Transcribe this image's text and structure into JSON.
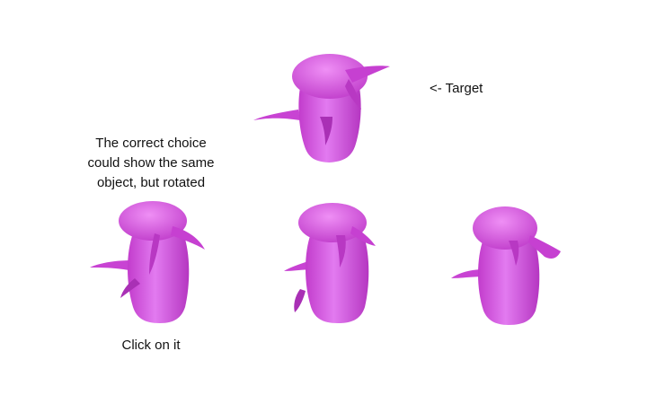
{
  "target_label": "<- Target",
  "hint_lines": [
    "The correct choice",
    "could show the same",
    "object, but  rotated"
  ],
  "click_label": "Click on it",
  "colors": {
    "object": "#d84fe0",
    "object_shade": "#b636c0",
    "object_light": "#e97ff0"
  }
}
